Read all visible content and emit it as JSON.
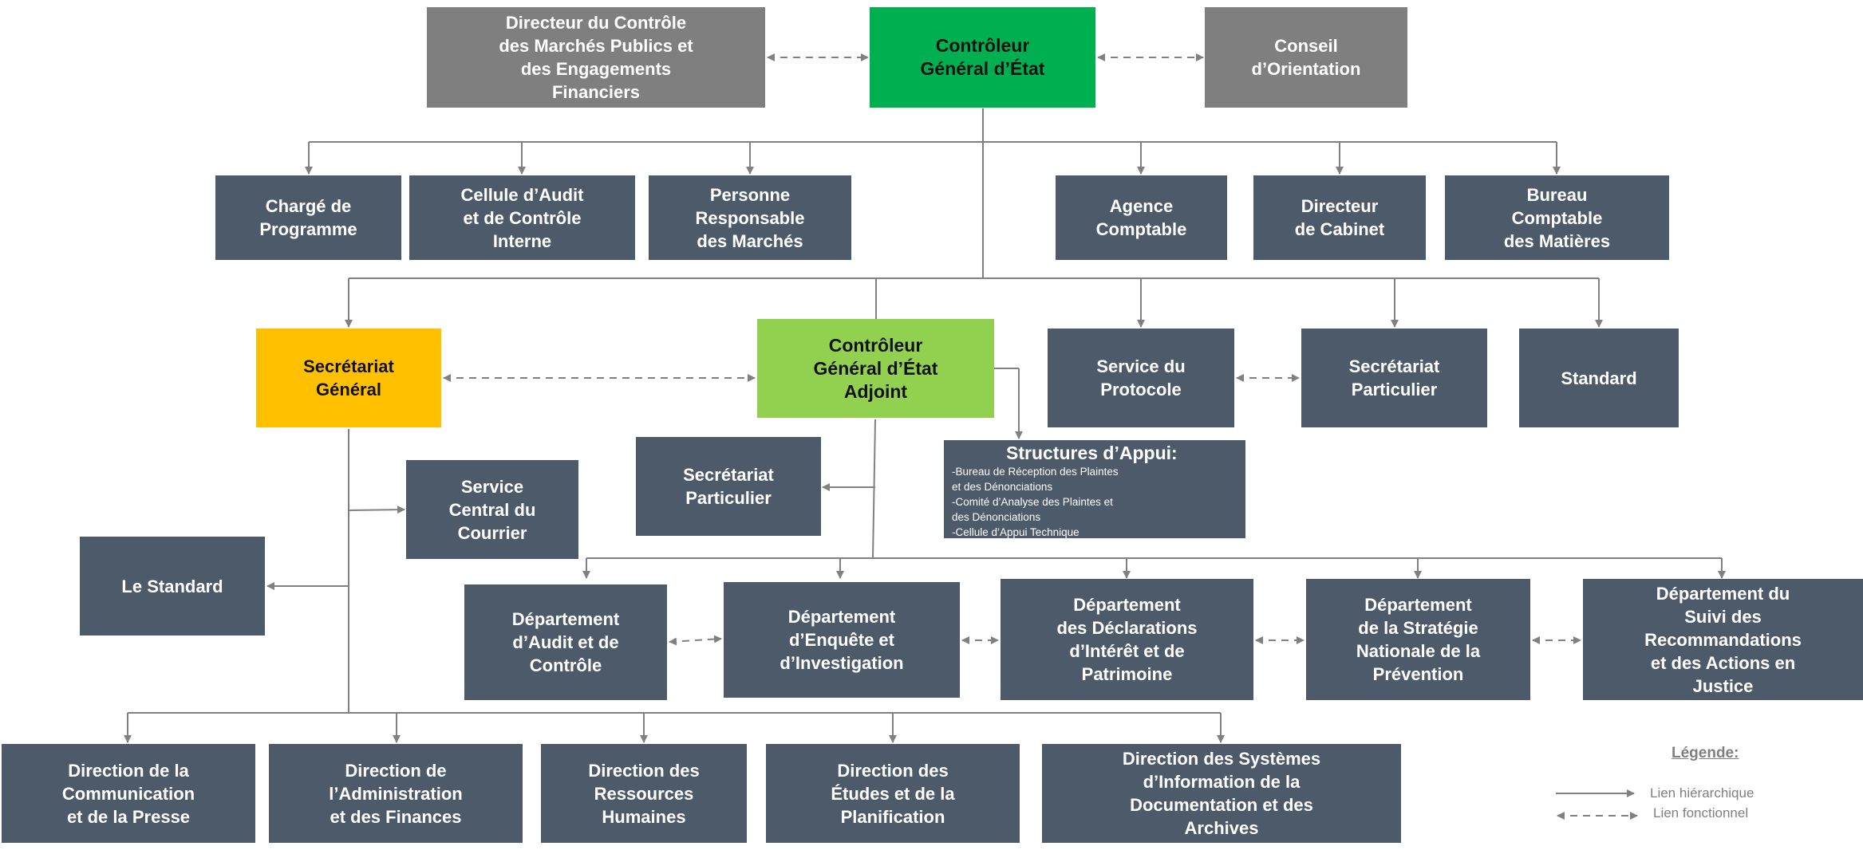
{
  "colors": {
    "box": "#4c5a6a",
    "grey": "#7f7f7f",
    "green": "#00b050",
    "lime": "#92d050",
    "gold": "#ffc000",
    "line": "#808080"
  },
  "nodes": {
    "directeur_controle_marches": [
      "Directeur du Contrôle",
      "des Marchés Publics et",
      "des Engagements",
      "Financiers"
    ],
    "controleur_general": [
      "Contrôleur",
      "Général d’État"
    ],
    "conseil_orientation": [
      "Conseil",
      "d’Orientation"
    ],
    "charge_programme": [
      "Chargé de",
      "Programme"
    ],
    "cellule_audit": [
      "Cellule d’Audit",
      "et de Contrôle",
      "Interne"
    ],
    "personne_responsable": [
      "Personne",
      "Responsable",
      "des Marchés"
    ],
    "agence_comptable": [
      "Agence",
      "Comptable"
    ],
    "directeur_cabinet": [
      "Directeur",
      "de Cabinet"
    ],
    "bureau_comptable": [
      "Bureau",
      "Comptable",
      "des Matières"
    ],
    "secretariat_general": [
      "Secrétariat",
      "Général"
    ],
    "controleur_adjoint": [
      "Contrôleur",
      "Général d’État",
      "Adjoint"
    ],
    "service_protocole": [
      "Service du",
      "Protocole"
    ],
    "secretariat_particulier_top": [
      "Secrétariat",
      "Particulier"
    ],
    "standard": [
      "Standard"
    ],
    "service_courrier": [
      "Service",
      "Central du",
      "Courrier"
    ],
    "secretariat_particulier_adjoint": [
      "Secrétariat",
      "Particulier"
    ],
    "le_standard": [
      "Le Standard"
    ],
    "dept_audit": [
      "Département",
      "d’Audit et de",
      "Contrôle"
    ],
    "dept_enquete": [
      "Département",
      "d’Enquête et",
      "d’Investigation"
    ],
    "dept_declarations": [
      "Département",
      "des Déclarations",
      "d’Intérêt et de",
      "Patrimoine"
    ],
    "dept_strategie": [
      "Département",
      "de la Stratégie",
      "Nationale de la",
      "Prévention"
    ],
    "dept_suivi": [
      "Département du",
      "Suivi des",
      "Recommandations",
      "et des Actions en",
      "Justice"
    ],
    "dir_communication": [
      "Direction de la",
      "Communication",
      "et de la Presse"
    ],
    "dir_administration": [
      "Direction de",
      "l’Administration",
      "et des Finances"
    ],
    "dir_rh": [
      "Direction des",
      "Ressources",
      "Humaines"
    ],
    "dir_etudes": [
      "Direction des",
      "Études et de la",
      "Planification"
    ],
    "dir_systemes": [
      "Direction des Systèmes",
      "d’Information de la",
      "Documentation et des",
      "Archives"
    ]
  },
  "structures_appui": {
    "title": "Structures d’Appui:",
    "items": [
      "-Bureau de Réception des Plaintes",
      "et des Dénonciations",
      "-Comité d’Analyse des Plaintes et",
      "des Dénonciations",
      "-Cellule d’Appui Technique"
    ]
  },
  "legend": {
    "title": "Légende:",
    "hierarchical": "Lien hiérarchique",
    "functional": "Lien fonctionnel"
  }
}
